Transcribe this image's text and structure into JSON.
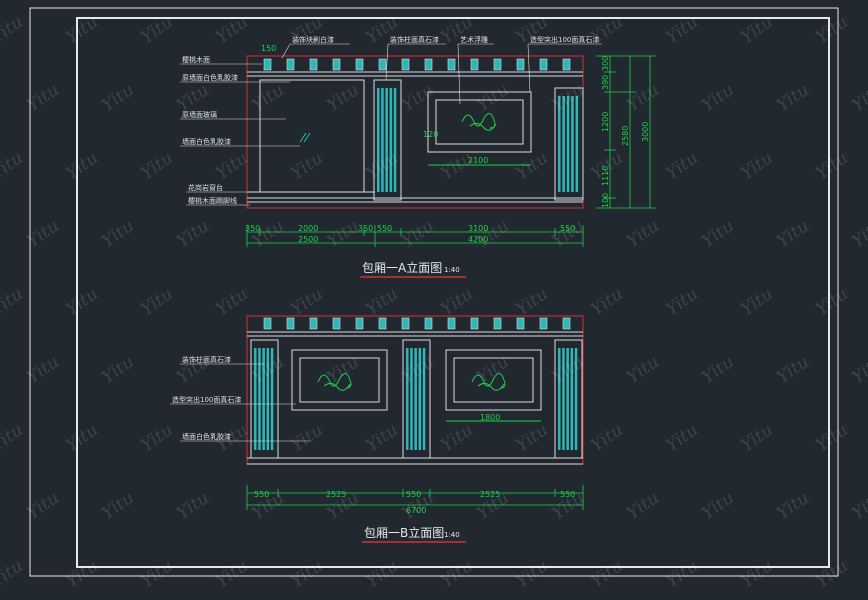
{
  "watermark": "Yitu",
  "colors": {
    "background": "#212830",
    "frame": "#e8e8e8",
    "line": "#dcdcdc",
    "outline_red": "#d43030",
    "dimension_green": "#1fd04a",
    "cyan_fill": "#2fb7b7",
    "label_text": "#e0e0e0"
  },
  "elevation_a": {
    "title": "包厢一A立面图",
    "scale": "1:40",
    "labels": {
      "top_1": "装饰块刷白漆",
      "top_2": "装饰柱面真石漆",
      "top_3": "艺术浮雕",
      "top_4": "造型突出100面真石漆",
      "left_1": "樱桃木面",
      "left_2": "原墙面白色乳胶漆",
      "left_3": "原墙面玻璃",
      "left_4": "墙面白色乳胶漆",
      "left_5": "花岗岩窗台",
      "left_6": "樱桃木面踢脚线"
    },
    "inner_dims": {
      "top_block": "150",
      "panel_height": "120",
      "panel_width": "2100"
    },
    "bottom_dims_row1": [
      "350",
      "2000",
      "350",
      "550",
      "3100",
      "550"
    ],
    "bottom_dims_row2": [
      "2500",
      "4200"
    ],
    "right_dims_row1": [
      "300",
      "390",
      "1200",
      "1110",
      "100"
    ],
    "right_dims_row2": [
      "2580"
    ],
    "right_dims_row3": [
      "3000"
    ]
  },
  "elevation_b": {
    "title": "包厢一B立面图",
    "scale": "1:40",
    "labels": {
      "left_1": "装饰柱面真石漆",
      "left_2": "造型突出100面真石漆",
      "left_3": "墙面白色乳胶漆"
    },
    "inner_dims": {
      "panel_width": "1800"
    },
    "bottom_dims_row1": [
      "550",
      "2525",
      "550",
      "2525",
      "550"
    ],
    "bottom_dims_row2": [
      "6700"
    ]
  }
}
